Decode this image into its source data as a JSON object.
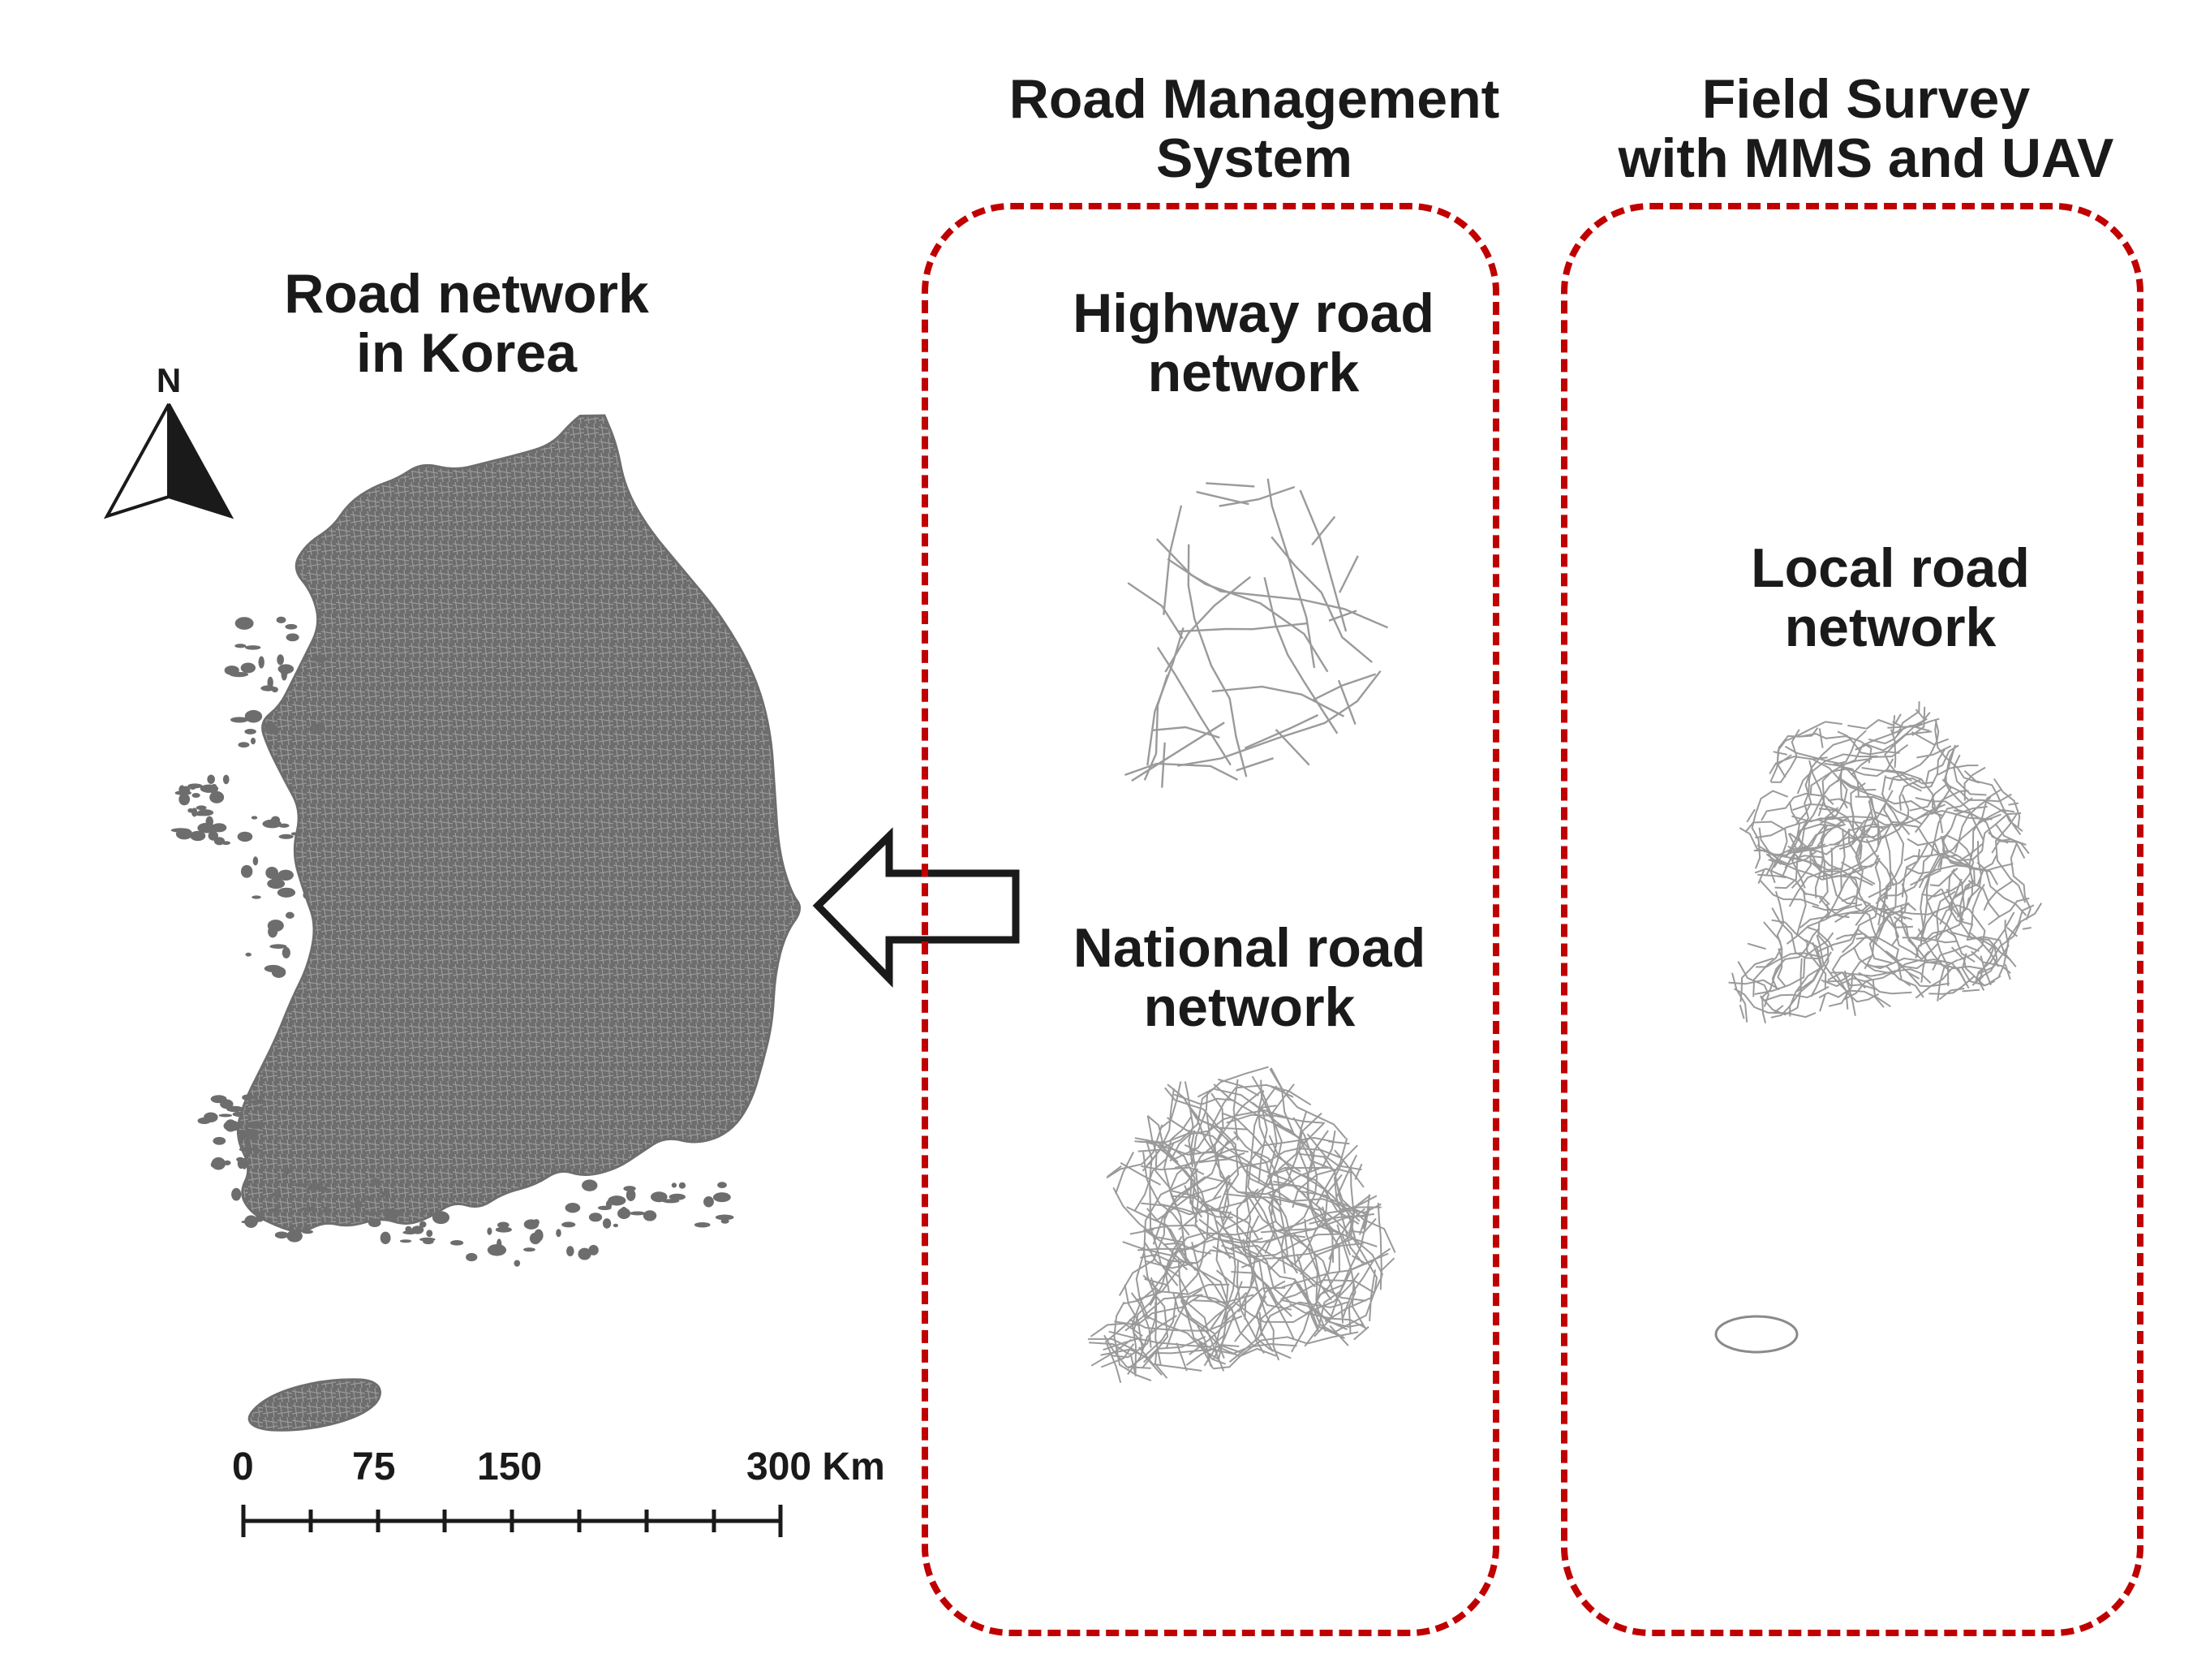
{
  "korea": {
    "title": "Road network\nin Korea"
  },
  "north_arrow": {
    "label": "N"
  },
  "scale_bar": {
    "labels": [
      "0",
      "75",
      "150",
      "300 Km"
    ]
  },
  "rms": {
    "header": "Road Management\nSystem",
    "highway_title": "Highway road\nnetwork",
    "national_title": "National road\nnetwork"
  },
  "field_survey": {
    "header": "Field Survey\nwith MMS and UAV",
    "local_title": "Local road\nnetwork"
  },
  "colors": {
    "dashed_border": "#c00000",
    "land": "#6d6d6d",
    "road_line": "#9a9a9a",
    "text": "#1a1a1a"
  }
}
